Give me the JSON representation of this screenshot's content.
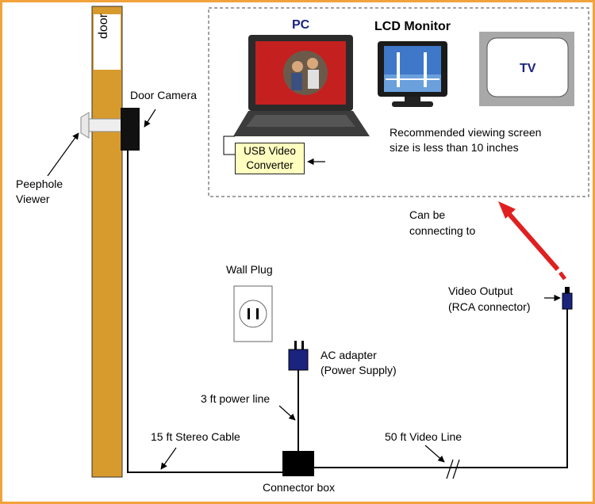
{
  "labels": {
    "door": "door",
    "door_camera": "Door Camera",
    "peephole_line1": "Peephole",
    "peephole_line2": "Viewer",
    "pc": "PC",
    "lcd_monitor": "LCD Monitor",
    "tv": "TV",
    "usb_line1": "USB Video",
    "usb_line2": "Converter",
    "recommend_line1": "Recommended viewing screen",
    "recommend_line2": "size is less than 10 inches",
    "can_be_line1": "Can be",
    "can_be_line2": "connecting to",
    "wall_plug": "Wall Plug",
    "ac_line1": "AC adapter",
    "ac_line2": "(Power Supply)",
    "video_out_line1": "Video Output",
    "video_out_line2": "(RCA connector)",
    "power_line": "3 ft power line",
    "stereo_cable": "15 ft  Stereo Cable",
    "video_line": "50 ft Video Line",
    "connector_box": "Connector box"
  },
  "colors": {
    "frame": "#f2a23a",
    "door": "#d79b2d",
    "usb_box": "#ffffc0",
    "red_arrow": "#e02020",
    "adapter": "#1a237e"
  },
  "icons": [
    "laptop-icon",
    "lcd-monitor-icon",
    "tv-icon",
    "wall-plug-icon",
    "ac-adapter-icon",
    "rca-connector-icon",
    "door-camera-icon",
    "peephole-icon"
  ]
}
